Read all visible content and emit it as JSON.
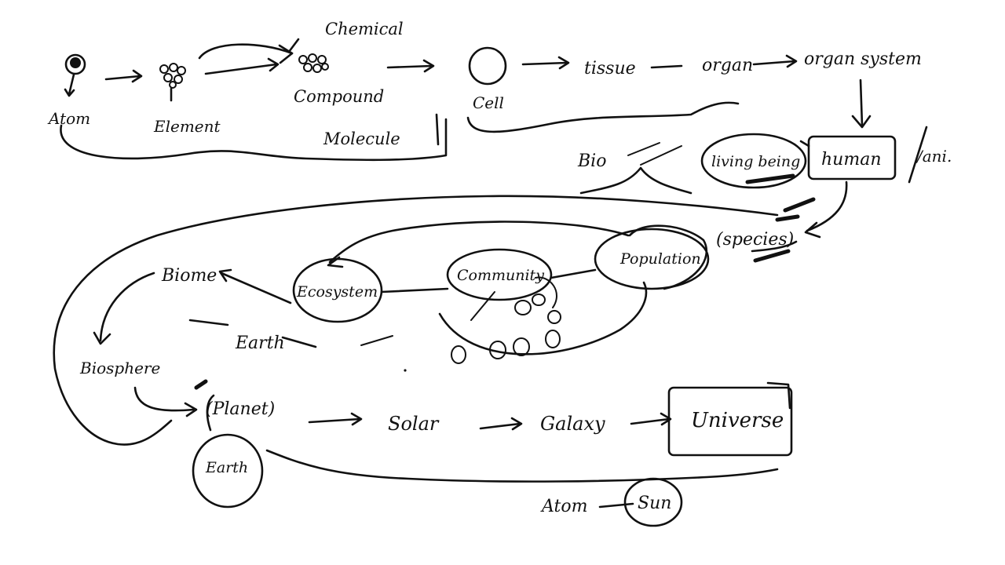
{
  "ink_color": "#111111",
  "background_color": "#ffffff",
  "labels": {
    "atom": "Atom",
    "element": "Element",
    "chemical": "Chemical",
    "compound": "Compound",
    "molecule": "Molecule",
    "cell": "Cell",
    "tissue": "tissue",
    "organ": "organ",
    "organ_system": "organ system",
    "human": "human",
    "other_organisms": "/ani.",
    "bio": "Bio",
    "living_being": "living being",
    "species": "(species)",
    "population": "Population",
    "community": "Community",
    "ecosystem": "Ecosystem",
    "biome": "Biome",
    "earth": "Earth",
    "biosphere": "Biosphere",
    "planet": "(Planet)",
    "earth_circle": "Earth",
    "solar": "Solar",
    "galaxy": "Galaxy",
    "universe": "Universe",
    "atom_bottom": "Atom",
    "sun": "Sun"
  },
  "icons": {
    "atom": "atom-icon",
    "element": "element-cluster-icon",
    "chemical": "molecule-cluster-icon",
    "cell": "cell-icon",
    "organisms": "small-circles-icon"
  }
}
